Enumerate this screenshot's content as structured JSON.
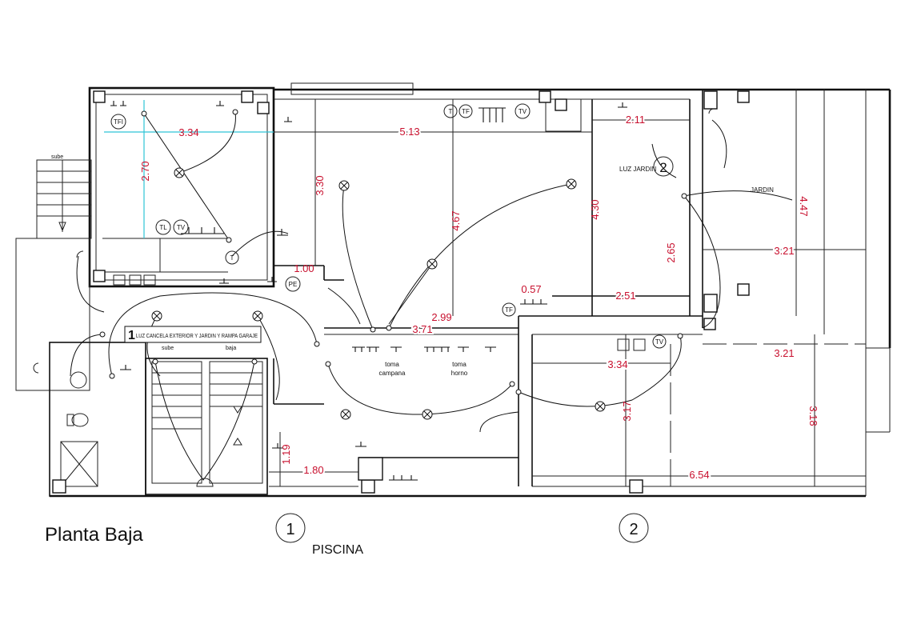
{
  "title": "Planta Baja",
  "pool_label": "PISCINA",
  "axis_markers": [
    "1",
    "2"
  ],
  "luz_jardin": {
    "label": "LUZ JARDIN",
    "number": "2"
  },
  "jardin_label": "JARDIN",
  "circuit_label": {
    "number": "1",
    "text": "LUZ CANCELA EXTERIOR Y JARDIN Y RAMPA GARAJE"
  },
  "stair_labels": {
    "left_sube": "sube",
    "stair_sube": "sube",
    "stair_baja": "baja"
  },
  "kitchen_labels": {
    "campana": [
      "toma",
      "campana"
    ],
    "horno": [
      "toma",
      "horno"
    ]
  },
  "socket_tags": {
    "tfi": "TFI",
    "tl": "TL",
    "tv_left": "TV",
    "t_left": "T",
    "pe": "PE",
    "t_top": "T",
    "tf_top": "TF",
    "tv_top": "TV",
    "tf_mid": "TF",
    "tv_right": "TV"
  },
  "dimensions": {
    "d334_top": "3.34",
    "d270": "2.70",
    "d513": "5.13",
    "d330": "3.30",
    "d467": "4.67",
    "d430": "4.30",
    "d211": "2.11",
    "d447": "4.47",
    "d265": "2.65",
    "d321_a": "3.21",
    "d100": "1.00",
    "d057": "0.57",
    "d251": "2.51",
    "d299": "2.99",
    "d371": "3.71",
    "d321_b": "3.21",
    "d334_mid": "3.34",
    "d317": "3.17",
    "d318": "3.18",
    "d119": "1.19",
    "d180": "1.80",
    "d654": "6.54"
  },
  "colors": {
    "walls": "#111111",
    "dimensions": "#c8102e",
    "guides": "#2ec4d6"
  }
}
